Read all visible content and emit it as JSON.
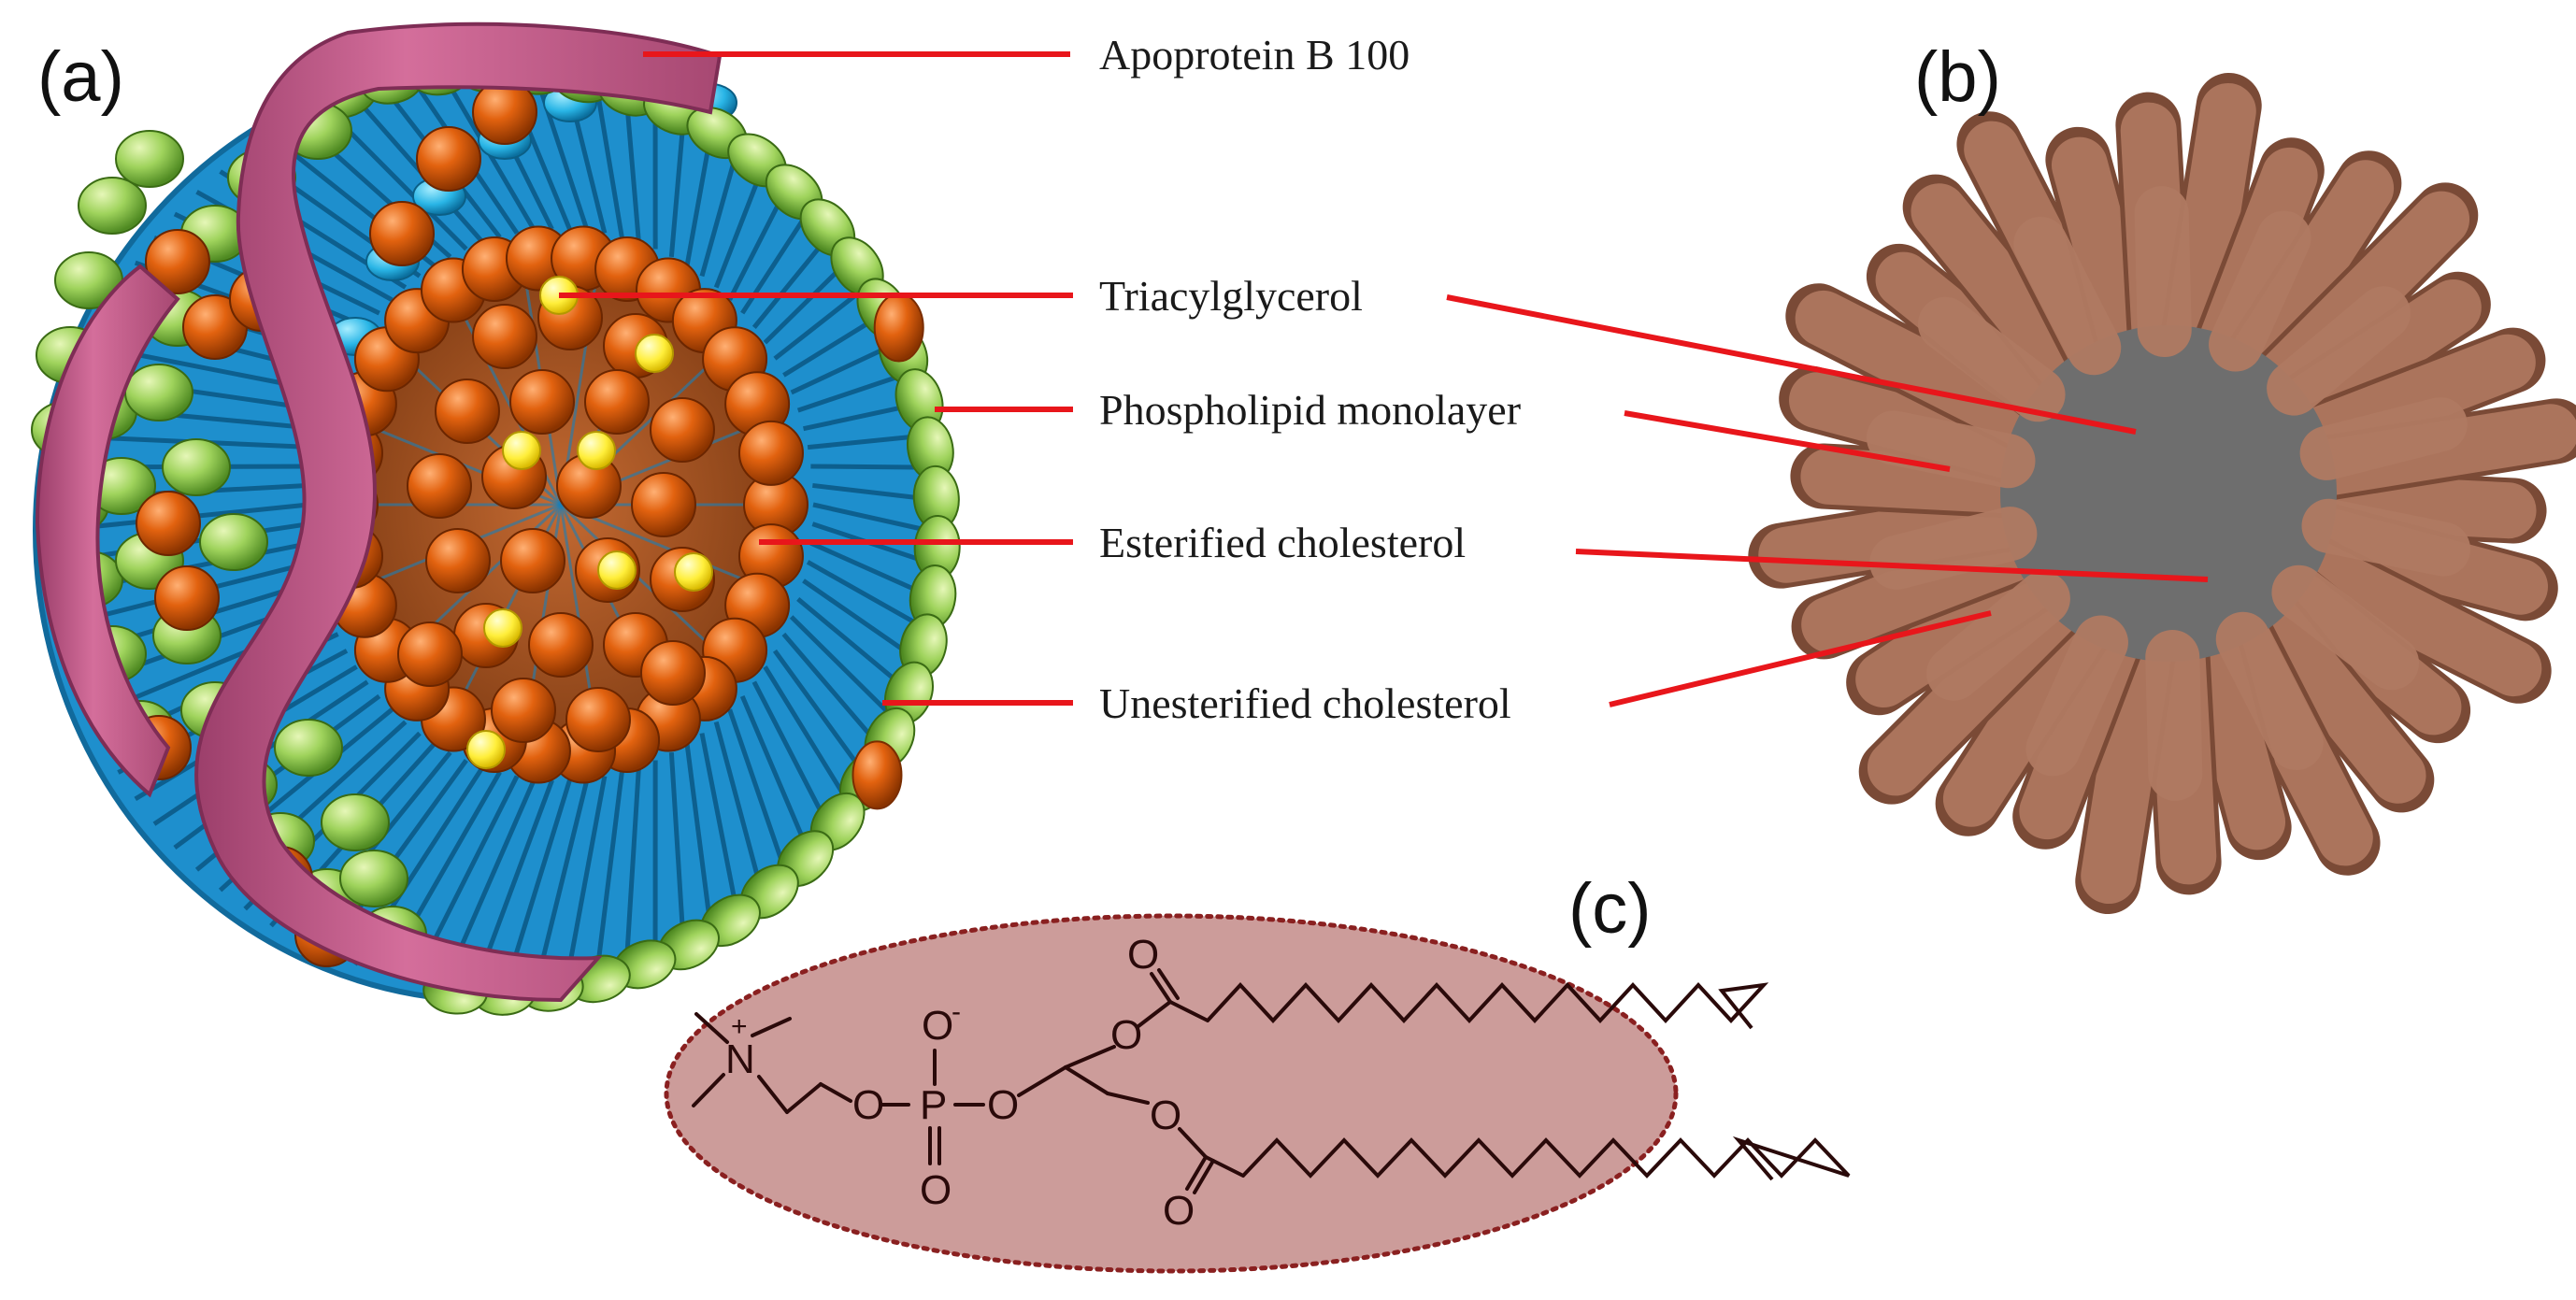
{
  "panels": {
    "a": "(a)",
    "b": "(b)",
    "c": "(c)"
  },
  "labels": {
    "apoprotein": "Apoprotein B 100",
    "triacylglycerol": "Triacylglycerol",
    "phospholipid": "Phospholipid monolayer",
    "esterified": "Esterified cholesterol",
    "unesterified": "Unesterified cholesterol"
  },
  "molecule": {
    "nitrogen": "N",
    "plus": "+",
    "oxygen": "O",
    "phosphorus": "P",
    "minus": "-"
  },
  "colors": {
    "leader_line": "#e8161b",
    "apoprotein": "#c9628f",
    "phospholipid_head": "#9ccf58",
    "esterified_cholesterol": "#d85a0c",
    "triacylglycerol": "#ffee3a",
    "monolayer_tails": "#1b8fcb",
    "micelle_tails": "#a8715a",
    "micelle_core": "#6e6e6e",
    "molecule_fill": "#cc9c9a",
    "molecule_border": "#8a2020"
  }
}
